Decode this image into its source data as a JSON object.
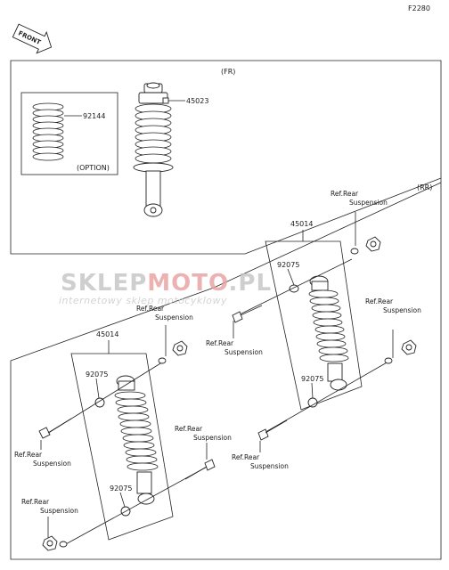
{
  "diagram_code": "F2280",
  "front_arrow_text": "FRONT",
  "front_section": {
    "tag": "(FR)",
    "spring_part": "92144",
    "spring_note": "(OPTION)",
    "shock_part": "45023"
  },
  "rear_section": {
    "tag": "(RR)",
    "shock_right_part": "45014",
    "shock_left_part": "45014",
    "collar_labels": [
      "92075",
      "92075",
      "92075",
      "92075"
    ],
    "ref_line1": "Ref.Rear",
    "ref_line2": "Suspension"
  },
  "watermark": {
    "main_part1": "SKLEP",
    "main_part2": "MOTO",
    "main_part3": ".PL",
    "sub": "internetowy sklep motocyklowy",
    "colors": {
      "grey": "#c4c4c4",
      "red": "#e8a0a0"
    }
  }
}
